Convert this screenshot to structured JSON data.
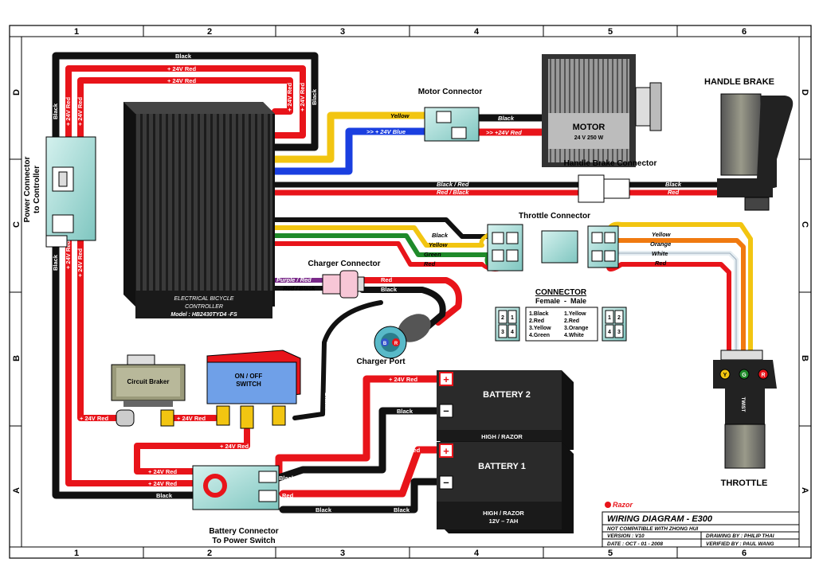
{
  "grid": {
    "columns": [
      "1",
      "2",
      "3",
      "4",
      "5",
      "6"
    ],
    "rows": [
      "D",
      "C",
      "B",
      "A"
    ]
  },
  "components": {
    "controller": {
      "line1": "ELECTRICAL BICYCLE",
      "line2": "CONTROLLER",
      "model": "Model : HB2430TYD4 -FS"
    },
    "motor": {
      "name": "MOTOR",
      "spec": "24 V 250 W"
    },
    "motor_connector": "Motor Connector",
    "handle_brake": "HANDLE BRAKE",
    "handle_brake_connector": "Handle Brake Connector",
    "throttle_connector": "Throttle Connector",
    "charger_connector": "Charger Connector",
    "charger_port": "Charger Port",
    "power_connector": {
      "line1": "Power Connector",
      "line2": "to Controller"
    },
    "circuit_breaker": "Circuit Braker",
    "switch": {
      "line1": "ON / OFF",
      "line2": "SWITCH"
    },
    "battery2": {
      "name": "BATTERY 2",
      "label": "HIGH / RAZOR"
    },
    "battery1": {
      "name": "BATTERY 1",
      "label1": "HIGH / RAZOR",
      "label2": "12V – 7AH"
    },
    "battery_connector": {
      "line1": "Battery Connector",
      "line2": "To Power Switch"
    },
    "throttle": "THROTTLE",
    "throttle_labels": {
      "y": "Y",
      "g": "G",
      "r": "R",
      "twist": "TWIST"
    },
    "charger_pins": {
      "b": "B",
      "r": "R"
    },
    "battery_plus": "+",
    "battery_minus": "–"
  },
  "connector_legend": {
    "title": "CONNECTOR",
    "subtitle": "Female  -  Male",
    "female": [
      "1.Black",
      "2.Red",
      "3.Yellow",
      "4.Green"
    ],
    "male": [
      "1.Yellow",
      "2.Red",
      "3.Orange",
      "4.White"
    ],
    "pins": [
      "1",
      "2",
      "3",
      "4"
    ]
  },
  "wire_labels": {
    "black": "Black",
    "plus24_red": "+ 24V Red",
    "plus24_red_short": "+ 24V Red",
    "yellow": "Yellow",
    "blue24": ">> + 24V Blue",
    "red24": ">> +24V Red",
    "black_red": "Black / Red",
    "red_black": "Red / Black",
    "red": "Red",
    "green": "Green",
    "orange": "Orange",
    "white": "White",
    "purple_red": "Purple / Red",
    "red_black2": "Red / Black"
  },
  "title_block": {
    "brand": "Razor",
    "title": "WIRING DIAGRAM - E300",
    "note": "NOT COMPATIBLE WITH ZHONG HUI",
    "version": "VERSION : V10",
    "date": "DATE : OCT - 01 - 2008",
    "drawing": "DRAWING BY : PHILIP THAI",
    "verified": "VERIFIED BY : PAUL WANG"
  },
  "colors": {
    "red": "#e8141a",
    "black": "#111111",
    "yellow": "#f2c511",
    "blue": "#1a3fe0",
    "green": "#1f8a2a",
    "orange": "#f07a10",
    "white": "#e6eef2",
    "purple": "#7a2a8a",
    "teal": "#a9dcd8"
  }
}
